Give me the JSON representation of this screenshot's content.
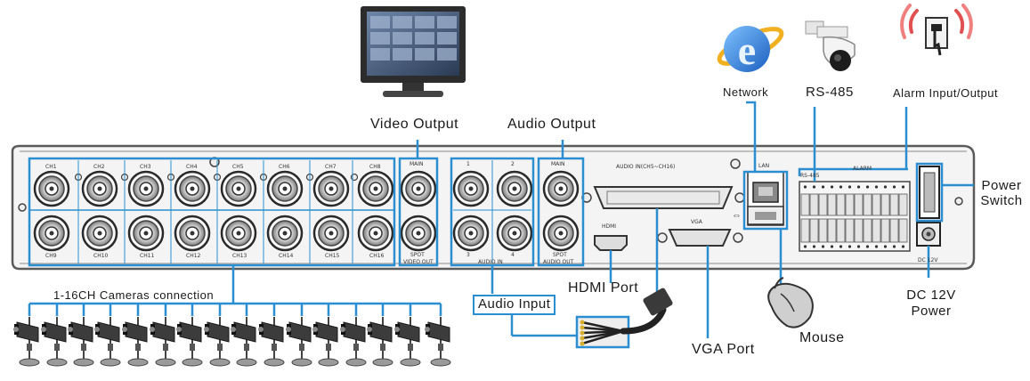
{
  "labels": {
    "video_output": "Video Output",
    "audio_output": "Audio Output",
    "network": "Network",
    "rs485": "RS-485",
    "alarm_io": "Alarm Input/Output",
    "power_switch_1": "Power",
    "power_switch_2": "Switch",
    "cameras_connection": "1-16CH Cameras connection",
    "audio_input": "Audio Input",
    "hdmi_port": "HDMI Port",
    "vga_port": "VGA Port",
    "mouse": "Mouse",
    "dc_power_1": "DC 12V",
    "dc_power_2": "Power"
  },
  "panel": {
    "channels_top": [
      "CH1",
      "CH2",
      "CH3",
      "CH4",
      "CH5",
      "CH6",
      "CH7",
      "CH8"
    ],
    "channels_bottom": [
      "CH9",
      "CH10",
      "CH11",
      "CH12",
      "CH13",
      "CH14",
      "CH15",
      "CH16"
    ],
    "video_main": "MAIN",
    "video_spot": "SPOT",
    "video_out": "VIDEO OUT",
    "audio_in_nums": [
      "1",
      "2",
      "3",
      "4"
    ],
    "audio_in": "AUDIO IN",
    "audio_main": "MAIN",
    "audio_spot": "SPOT",
    "audio_out": "AUDIO OUT",
    "db_label": "AUDIO IN(CH5~CH16)",
    "hdmi": "HDMI",
    "vga": "VGA",
    "lan": "LAN",
    "rs485": "RS-485",
    "alarm": "ALARM",
    "dc": "DC 12V"
  },
  "colors": {
    "callout": "#2a8ed0",
    "panel": "#5a5a5a"
  }
}
